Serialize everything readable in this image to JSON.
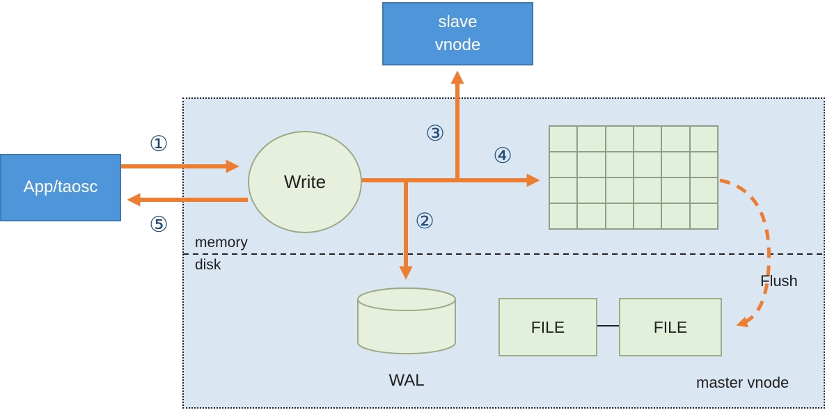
{
  "colors": {
    "box-blue": "#4E95D9",
    "box-blue-border": "#3D7AB5",
    "box-text": "#FFFFFF",
    "shape-green": "#E7F0DC",
    "shape-green-border": "#9BAB85",
    "grid-fill": "#E2EFDA",
    "grid-line": "#8F9E85",
    "arrow-orange": "#ED7D31",
    "step-navy": "#1F4E79",
    "container-bg": "#DBE6F3",
    "container-border": "#222222",
    "text-dark": "#1F1F1F"
  },
  "nodes": {
    "slave_vnode": {
      "label": "slave\nvnode"
    },
    "app": {
      "label": "App/taosc"
    },
    "write": {
      "label": "Write"
    },
    "wal": {
      "label": "WAL"
    },
    "file1": {
      "label": "FILE"
    },
    "file2": {
      "label": "FILE"
    },
    "master_vnode": {
      "label": "master vnode"
    },
    "memory": {
      "label": "memory"
    },
    "disk": {
      "label": "disk"
    },
    "flush": {
      "label": "Flush"
    }
  },
  "steps": {
    "s1": "①",
    "s2": "②",
    "s3": "③",
    "s4": "④",
    "s5": "⑤"
  },
  "grid": {
    "rows": 4,
    "cols": 6
  }
}
